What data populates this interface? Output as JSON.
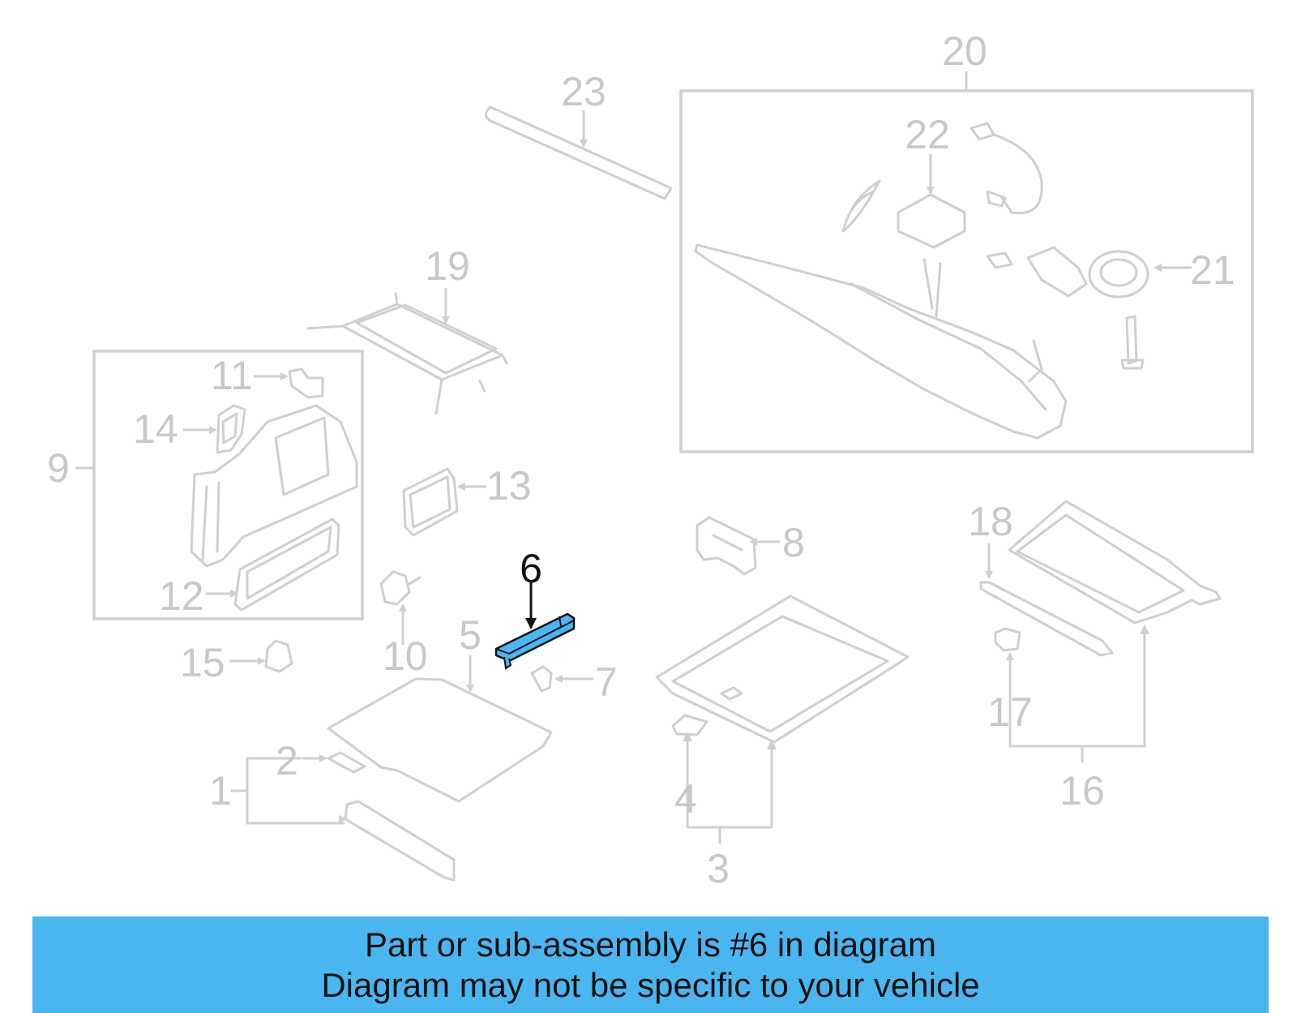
{
  "diagram": {
    "highlighted_part": "6",
    "highlight_color": "#4ab6f0",
    "callouts": [
      "1",
      "2",
      "3",
      "4",
      "5",
      "6",
      "7",
      "8",
      "9",
      "10",
      "11",
      "12",
      "13",
      "14",
      "15",
      "16",
      "17",
      "18",
      "19",
      "20",
      "21",
      "22",
      "23"
    ]
  },
  "banner": {
    "line1": "Part or sub-assembly is #6 in diagram",
    "line2": "Diagram may not be specific to your vehicle",
    "background": "#4ab6f0"
  }
}
